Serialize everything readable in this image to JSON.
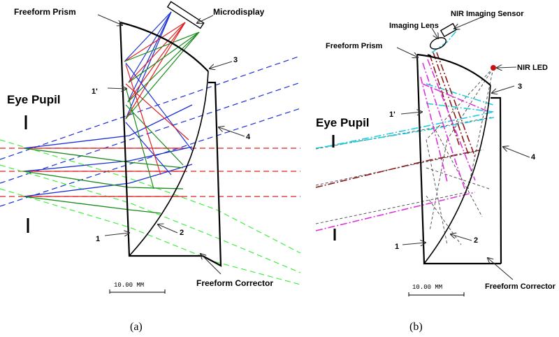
{
  "panel_a": {
    "labels": {
      "prism": "Freeform Prism",
      "microdisplay": "Microdisplay",
      "eye_pupil": "Eye Pupil",
      "s1": "1",
      "s1p": "1'",
      "s2": "2",
      "s3": "3",
      "s4": "4",
      "corrector": "Freeform Corrector",
      "scale": "10.00  MM"
    },
    "caption": "(a)"
  },
  "panel_b": {
    "labels": {
      "nir_sensor": "NIR Imaging Sensor",
      "imaging_lens": "Imaging Lens",
      "prism": "Freeform Prism",
      "nir_led": "NIR LED",
      "eye_pupil": "Eye Pupil",
      "s1": "1",
      "s1p": "1'",
      "s2": "2",
      "s3": "3",
      "s4": "4",
      "corrector": "Freeform Corrector",
      "scale": "10.00  MM"
    },
    "caption": "(b)"
  },
  "colors": {
    "red": "#e02020",
    "blue": "#1a2fd6",
    "green": "#1a8a1a",
    "lightgreen": "#44ee44",
    "dashblue": "#1a2fd6",
    "cyan": "#22ccdd",
    "magenta": "#dd33dd",
    "darkred": "#8b1a1a",
    "gray": "#555555",
    "led": "#cc1111"
  }
}
